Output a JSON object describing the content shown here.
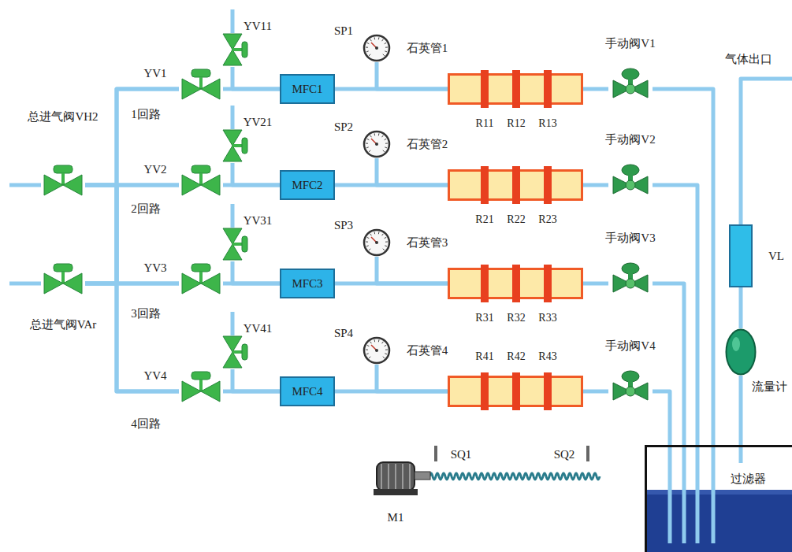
{
  "diagram": {
    "nodes": [
      {
        "text": [
          "总进气阀VH2"
        ]
      },
      {
        "text": [
          "总进气阀VAr"
        ]
      },
      {
        "text": [
          "YV1"
        ]
      },
      {
        "text": [
          "YV2"
        ]
      },
      {
        "text": [
          "YV3"
        ]
      },
      {
        "text": [
          "YV4"
        ]
      },
      {
        "text": [
          "YV11"
        ]
      },
      {
        "text": [
          "YV21"
        ]
      },
      {
        "text": [
          "YV31"
        ]
      },
      {
        "text": [
          "YV41"
        ]
      },
      {
        "text": [
          "MFC1"
        ]
      },
      {
        "text": [
          "MFC2"
        ]
      },
      {
        "text": [
          "MFC3"
        ]
      },
      {
        "text": [
          "MFC4"
        ]
      },
      {
        "text": [
          "SP1",
          "石英管1"
        ]
      },
      {
        "text": [
          "SP2",
          "石英管2"
        ]
      },
      {
        "text": [
          "SP3",
          "石英管3"
        ]
      },
      {
        "text": [
          "SP4",
          "石英管4"
        ]
      },
      {
        "text": [
          "R11",
          "R12",
          "R13"
        ]
      },
      {
        "text": [
          "R21",
          "R22",
          "R23"
        ]
      },
      {
        "text": [
          "R31",
          "R32",
          "R33"
        ]
      },
      {
        "text": [
          "R41",
          "R42",
          "R43"
        ]
      },
      {
        "text": [
          "手动阀V1"
        ]
      },
      {
        "text": [
          "手动阀V2"
        ]
      },
      {
        "text": [
          "手动阀V3"
        ]
      },
      {
        "text": [
          "手动阀V4"
        ]
      },
      {
        "text": [
          "VL"
        ]
      },
      {
        "text": [
          "流量计"
        ]
      },
      {
        "text": [
          "过滤器"
        ]
      },
      {
        "text": [
          "M1"
        ]
      }
    ],
    "edges": [
      {
        "from": 0,
        "to": 2,
        "arrow": "none"
      },
      {
        "from": 0,
        "to": 3,
        "arrow": "none"
      },
      {
        "from": 0,
        "to": 4,
        "arrow": "none"
      },
      {
        "from": 0,
        "to": 5,
        "arrow": "none"
      },
      {
        "from": 1,
        "to": 2,
        "arrow": "none"
      },
      {
        "from": 1,
        "to": 3,
        "arrow": "none"
      },
      {
        "from": 1,
        "to": 4,
        "arrow": "none"
      },
      {
        "from": 1,
        "to": 5,
        "arrow": "none"
      },
      {
        "from": 2,
        "to": 10,
        "arrow": "none"
      },
      {
        "from": 3,
        "to": 11,
        "arrow": "none"
      },
      {
        "from": 4,
        "to": 12,
        "arrow": "none"
      },
      {
        "from": 5,
        "to": 13,
        "arrow": "none"
      },
      {
        "from": 6,
        "to": 10,
        "arrow": "none"
      },
      {
        "from": 7,
        "to": 11,
        "arrow": "none"
      },
      {
        "from": 8,
        "to": 12,
        "arrow": "none"
      },
      {
        "from": 9,
        "to": 13,
        "arrow": "none"
      },
      {
        "from": 10,
        "to": 18,
        "arrow": "none"
      },
      {
        "from": 11,
        "to": 19,
        "arrow": "none"
      },
      {
        "from": 12,
        "to": 20,
        "arrow": "none"
      },
      {
        "from": 13,
        "to": 21,
        "arrow": "none"
      },
      {
        "from": 14,
        "to": 18,
        "arrow": "none"
      },
      {
        "from": 15,
        "to": 19,
        "arrow": "none"
      },
      {
        "from": 16,
        "to": 20,
        "arrow": "none"
      },
      {
        "from": 17,
        "to": 21,
        "arrow": "none"
      },
      {
        "from": 18,
        "to": 22,
        "arrow": "none"
      },
      {
        "from": 19,
        "to": 23,
        "arrow": "none"
      },
      {
        "from": 20,
        "to": 24,
        "arrow": "none"
      },
      {
        "from": 21,
        "to": 25,
        "arrow": "none"
      },
      {
        "from": 22,
        "to": 28,
        "arrow": "none"
      },
      {
        "from": 23,
        "to": 28,
        "arrow": "none"
      },
      {
        "from": 24,
        "to": 28,
        "arrow": "none"
      },
      {
        "from": 25,
        "to": 28,
        "arrow": "none"
      },
      {
        "from": 28,
        "to": 27,
        "arrow": "none"
      },
      {
        "from": 27,
        "to": 26,
        "arrow": "none"
      }
    ],
    "labels": [
      "1回路",
      "2回路",
      "3回路",
      "4回路",
      "SQ1",
      "SQ2",
      "气体出口"
    ]
  }
}
